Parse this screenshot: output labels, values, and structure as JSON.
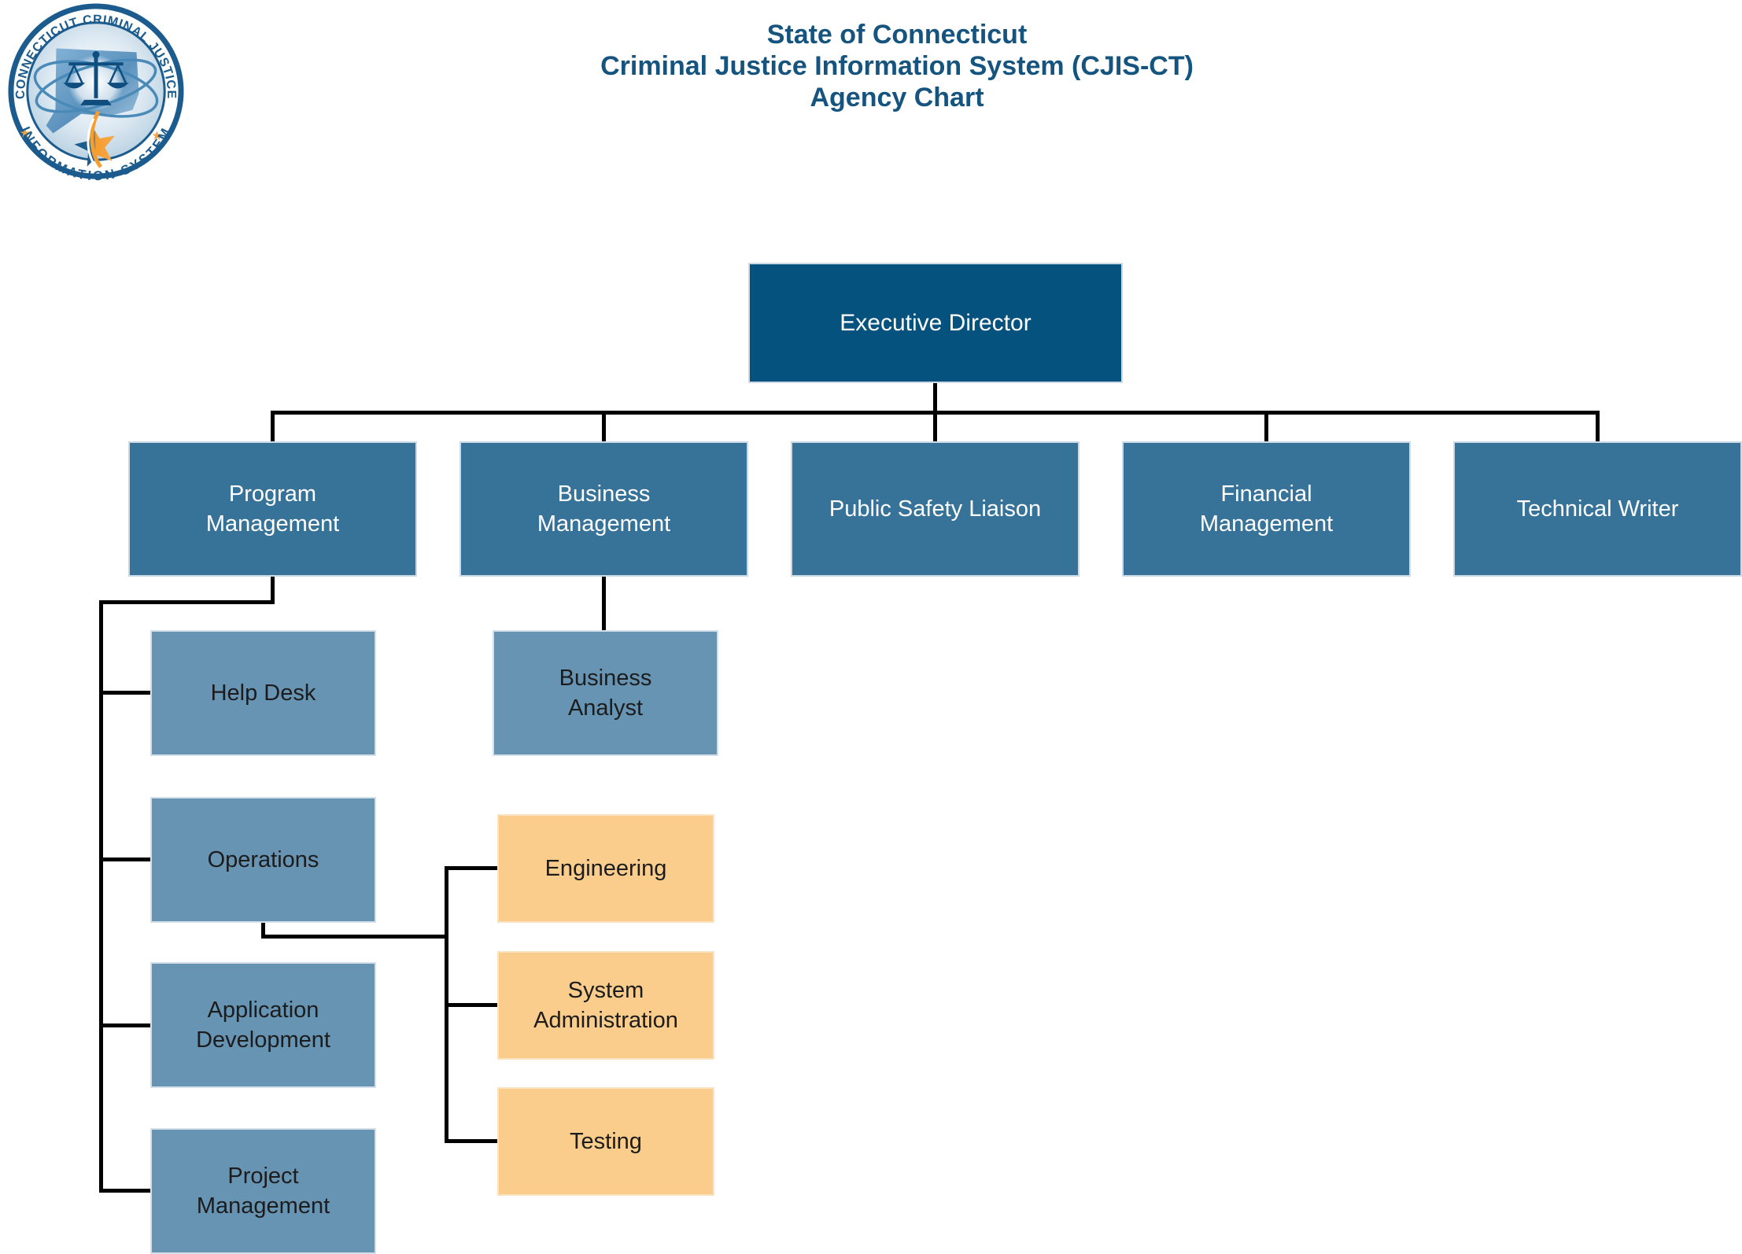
{
  "title": {
    "line1": "State of Connecticut",
    "line2": "Criminal Justice Information System (CJIS-CT)",
    "line3": "Agency Chart"
  },
  "logo": {
    "arc_top": "CONNECTICUT CRIMINAL JUSTICE",
    "arc_bottom": "INFORMATION SYSTEM"
  },
  "colors": {
    "title_text": "#15547f",
    "executive_fill": "#05527e",
    "level2_fill": "#377298",
    "level3_fill": "#6794b3",
    "level4_fill": "#fbcd8c",
    "connector": "#000000",
    "box_text_light": "#ffffff",
    "box_text_dark": "#1c1c1c",
    "seal_blue": "#1b5b8d",
    "seal_orange": "#f5a23c"
  },
  "org": {
    "root": {
      "label": "Executive Director"
    },
    "level2": [
      {
        "label": "Program\nManagement"
      },
      {
        "label": "Business\nManagement"
      },
      {
        "label": "Public Safety Liaison"
      },
      {
        "label": "Financial\nManagement"
      },
      {
        "label": "Technical Writer"
      }
    ],
    "program_management_children": [
      {
        "label": "Help Desk"
      },
      {
        "label": "Operations"
      },
      {
        "label": "Application\nDevelopment"
      },
      {
        "label": "Project\nManagement"
      }
    ],
    "business_management_children": [
      {
        "label": "Business\nAnalyst"
      }
    ],
    "operations_children": [
      {
        "label": "Engineering"
      },
      {
        "label": "System\nAdministration"
      },
      {
        "label": "Testing"
      }
    ]
  }
}
